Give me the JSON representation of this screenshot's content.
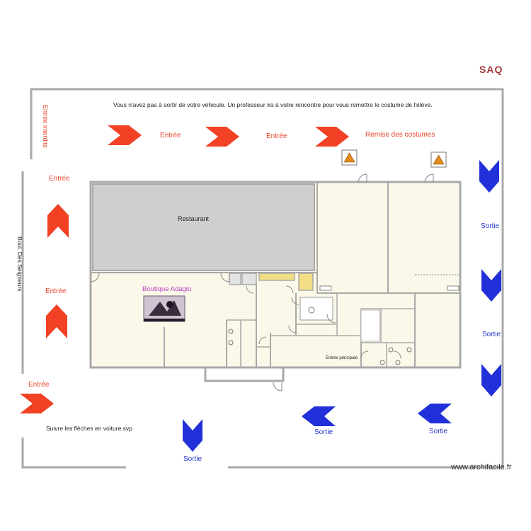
{
  "labels": {
    "saq": "SAQ",
    "notice": "Vous n'avez pas à sortir de votre véhicule. Un professeur ira à votre rencontre pour vous remettre le costume de l'élève.",
    "entree_interdite": "Entrée interdite",
    "boulevard": "Boul. Des Seigneurs",
    "entree": "Entrée",
    "remise": "Remise des costumes",
    "sortie": "Sortie",
    "restaurant": "Restaurant",
    "boutique": "Boutique Adagio",
    "entree_principale": "Entrée principale",
    "suivre": "Suivre les flèches en voiture svp",
    "watermark": "www.archifacile.fr"
  },
  "colors": {
    "arrow_red": "#f24124",
    "arrow_blue": "#2130d9",
    "wall": "#a9a9a9",
    "restaurant_fill": "#cfcfcf",
    "room_fill": "#fbf8e9",
    "saq": "#a23a3a"
  },
  "icons": [
    "warning-icon",
    "warning-icon",
    "boutique-logo"
  ]
}
